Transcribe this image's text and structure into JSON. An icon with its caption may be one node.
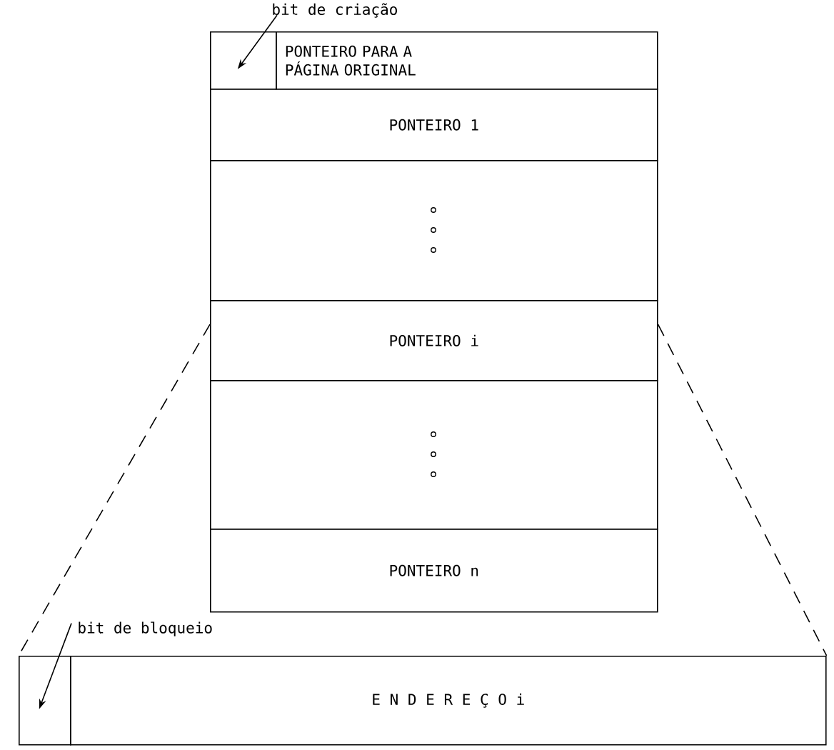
{
  "diagram": {
    "nodes": [
      {
        "text": [
          "bit de criação"
        ]
      },
      {
        "text": [],
        "shape": "box"
      },
      {
        "text": [
          "PONTEIRO PARA A PÁGINA ORIGINAL"
        ]
      },
      {
        "text": [
          "PONTEIRO 1"
        ]
      },
      {
        "text": [],
        "shape": "box"
      },
      {
        "text": [
          "PONTEIRO i"
        ]
      },
      {
        "text": [],
        "shape": "box"
      },
      {
        "text": [
          "PONTEIRO n"
        ]
      },
      {
        "text": [
          "bit de bloqueio"
        ]
      },
      {
        "text": [],
        "shape": "box"
      },
      {
        "text": [
          "E N D E R E Ç O i"
        ]
      }
    ],
    "edges": [
      {
        "from": 0,
        "to": 1,
        "arrow": "to"
      },
      {
        "from": 8,
        "to": 9,
        "arrow": "to"
      },
      {
        "from": 5,
        "to": 9,
        "arrow": "none",
        "style": "dashed"
      },
      {
        "from": 5,
        "to": 10,
        "arrow": "none",
        "style": "dashed"
      }
    ]
  }
}
